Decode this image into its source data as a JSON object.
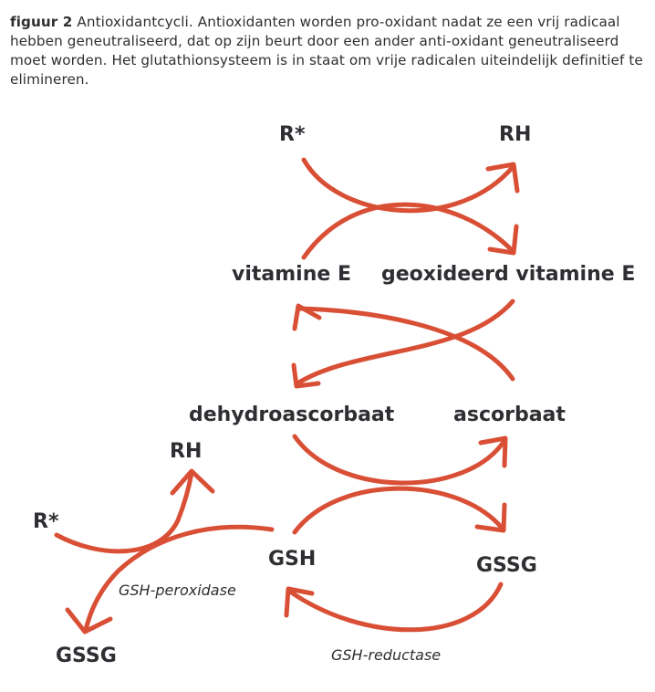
{
  "caption": {
    "label": "figuur 2",
    "text": " Antioxidantcycli. Antioxidanten worden pro-oxidant nadat ze een vrij radicaal hebben geneutraliseerd, dat op zijn beurt door een ander anti-oxidant geneutraliseerd moet worden. Het glutathionsysteem is in staat om vrije radicalen uiteindelijk definitief te elimineren."
  },
  "labels": {
    "r_star_top": "R*",
    "rh_top": "RH",
    "vitamine_e": "vitamine E",
    "geox_vitamine_e": "geoxideerd vitamine E",
    "dehydroascorbaat": "dehydroascorbaat",
    "ascorbaat": "ascorbaat",
    "rh_left": "RH",
    "r_star_left": "R*",
    "gsh": "GSH",
    "gssg_right": "GSSG",
    "gssg_left": "GSSG"
  },
  "enzymes": {
    "peroxidase": "GSH-peroxidase",
    "reductase": "GSH-reductase"
  },
  "colors": {
    "arrow": "#d94f35",
    "text": "#2f2f33"
  }
}
